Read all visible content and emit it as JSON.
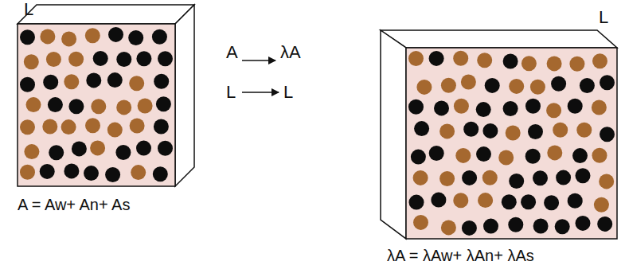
{
  "diagram": {
    "labels": [
      "L",
      "A",
      "λA",
      "L",
      "L",
      "A = Aw+ An+ As",
      "L",
      "λA = λAw+ λAn+ λAs"
    ]
  }
}
